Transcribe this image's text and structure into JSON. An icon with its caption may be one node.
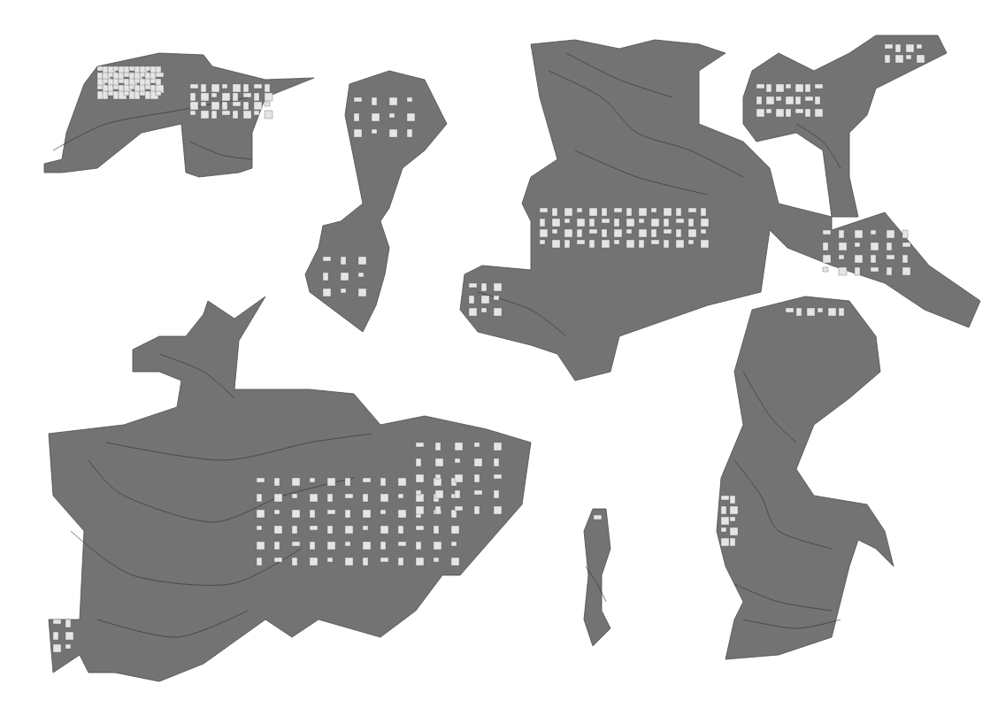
{
  "diagram": {
    "nodes": [
      {
        "text": [],
        "shape": "picture"
      },
      {
        "text": [],
        "shape": "picture"
      },
      {
        "text": [],
        "shape": "picture"
      },
      {
        "text": [],
        "shape": "picture"
      },
      {
        "text": [],
        "shape": "picture"
      },
      {
        "text": [],
        "shape": "picture"
      },
      {
        "text": [],
        "shape": "picture"
      }
    ]
  }
}
